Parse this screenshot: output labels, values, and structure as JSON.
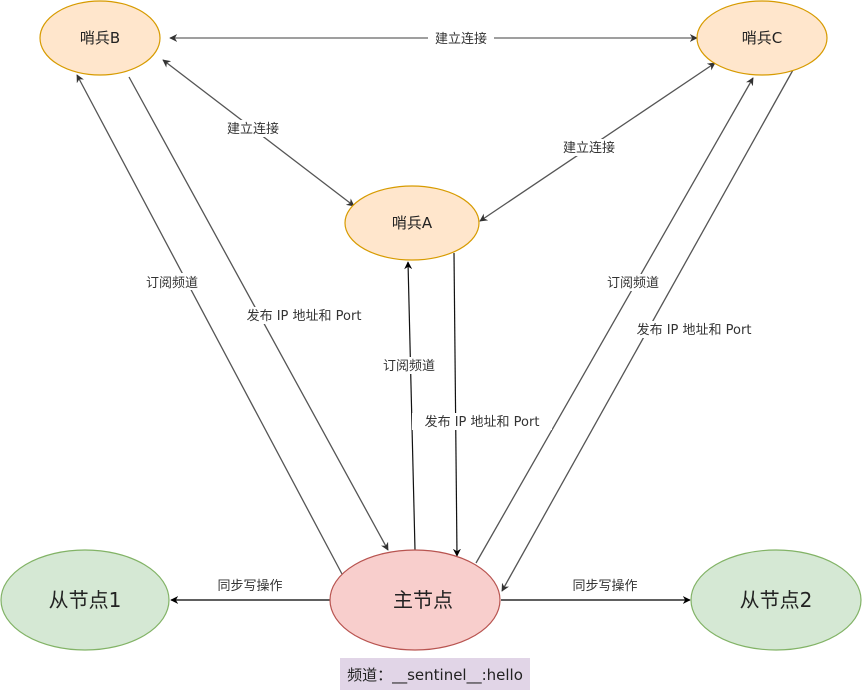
{
  "colors": {
    "sentinel_fill": "#ffe6cc",
    "sentinel_stroke": "#d79b00",
    "master_fill": "#f8cecc",
    "master_stroke": "#b85450",
    "slave_fill": "#d5e8d4",
    "slave_stroke": "#82b366",
    "channel_fill": "#e1d5e7",
    "edge_gray": "#555555",
    "edge_black": "#000000"
  },
  "nodes": {
    "sentinel_b": "哨兵B",
    "sentinel_c": "哨兵C",
    "sentinel_a": "哨兵A",
    "master": "主节点",
    "slave1": "从节点1",
    "slave2": "从节点2"
  },
  "edges": {
    "b_c_connect": "建立连接",
    "b_a_connect": "建立连接",
    "c_a_connect": "建立连接",
    "master_b_subscribe": "订阅频道",
    "b_master_publish": "发布 IP 地址和 Port",
    "master_a_subscribe": "订阅频道",
    "a_master_publish": "发布 IP 地址和 Port",
    "master_c_subscribe": "订阅频道",
    "c_master_publish": "发布 IP 地址和 Port",
    "master_slave1_sync": "同步写操作",
    "master_slave2_sync": "同步写操作"
  },
  "channel": {
    "label": "频道：__sentinel__:hello"
  }
}
